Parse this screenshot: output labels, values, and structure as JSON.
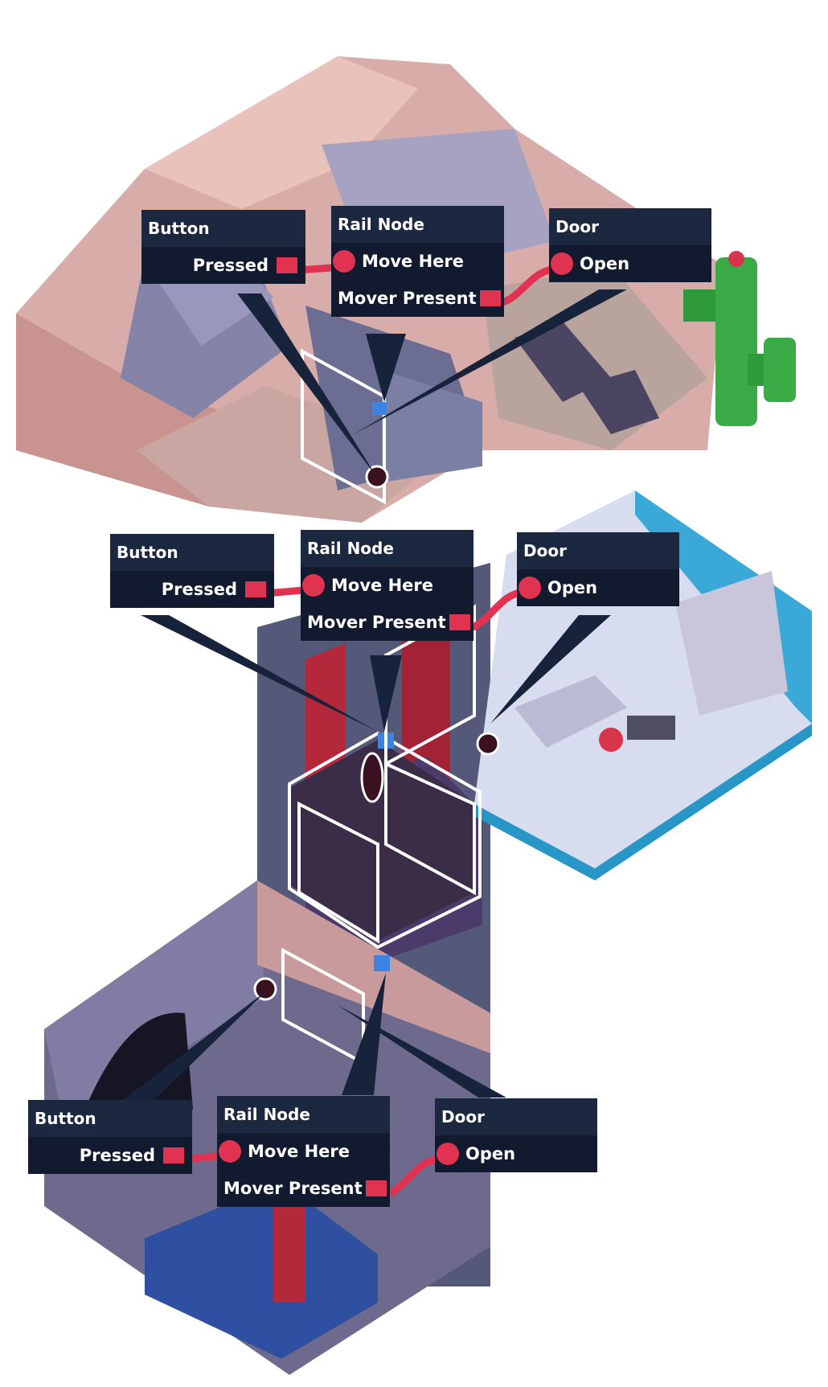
{
  "colors": {
    "node_header": "#1c2740",
    "node_body": "#111a2e",
    "wire": "#e03352",
    "rock": "#dbb3b0",
    "shaft": "#565a7d",
    "room_floor": "#d9dcef",
    "room_wall": "#39a9d6",
    "cactus": "#38a845",
    "elevator_frame": "#ffffff"
  },
  "groups": [
    {
      "id": "top",
      "button": {
        "title": "Button",
        "port": "Pressed"
      },
      "rail": {
        "title": "Rail Node",
        "input": "Move Here",
        "output": "Mover Present"
      },
      "door": {
        "title": "Door",
        "port": "Open"
      }
    },
    {
      "id": "middle",
      "button": {
        "title": "Button",
        "port": "Pressed"
      },
      "rail": {
        "title": "Rail Node",
        "input": "Move Here",
        "output": "Mover Present"
      },
      "door": {
        "title": "Door",
        "port": "Open"
      }
    },
    {
      "id": "bottom",
      "button": {
        "title": "Button",
        "port": "Pressed"
      },
      "rail": {
        "title": "Rail Node",
        "input": "Move Here",
        "output": "Mover Present"
      },
      "door": {
        "title": "Door",
        "port": "Open"
      }
    }
  ]
}
